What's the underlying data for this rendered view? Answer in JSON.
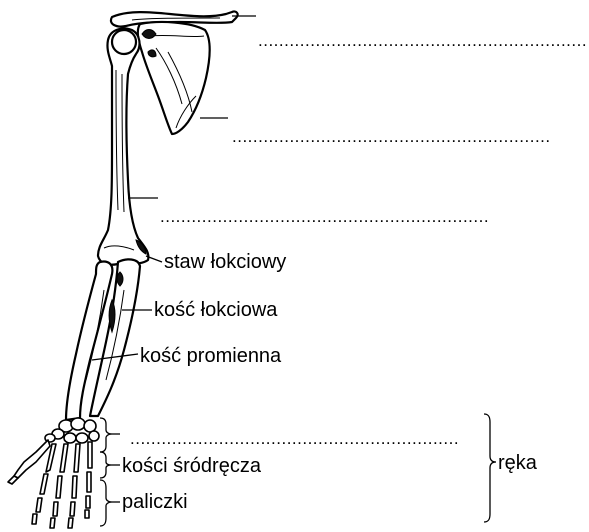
{
  "labels": {
    "elbow_joint": "staw łokciowy",
    "ulna": "kość łokciowa",
    "radius": "kość promienna",
    "metacarpals": "kości śródręcza",
    "phalanges": "paliczki",
    "hand": "ręka"
  },
  "blanks": {
    "clavicle": "...............................................................",
    "scapula": ".............................................................",
    "humerus": "...............................................................",
    "carpals": "..............................................................."
  }
}
